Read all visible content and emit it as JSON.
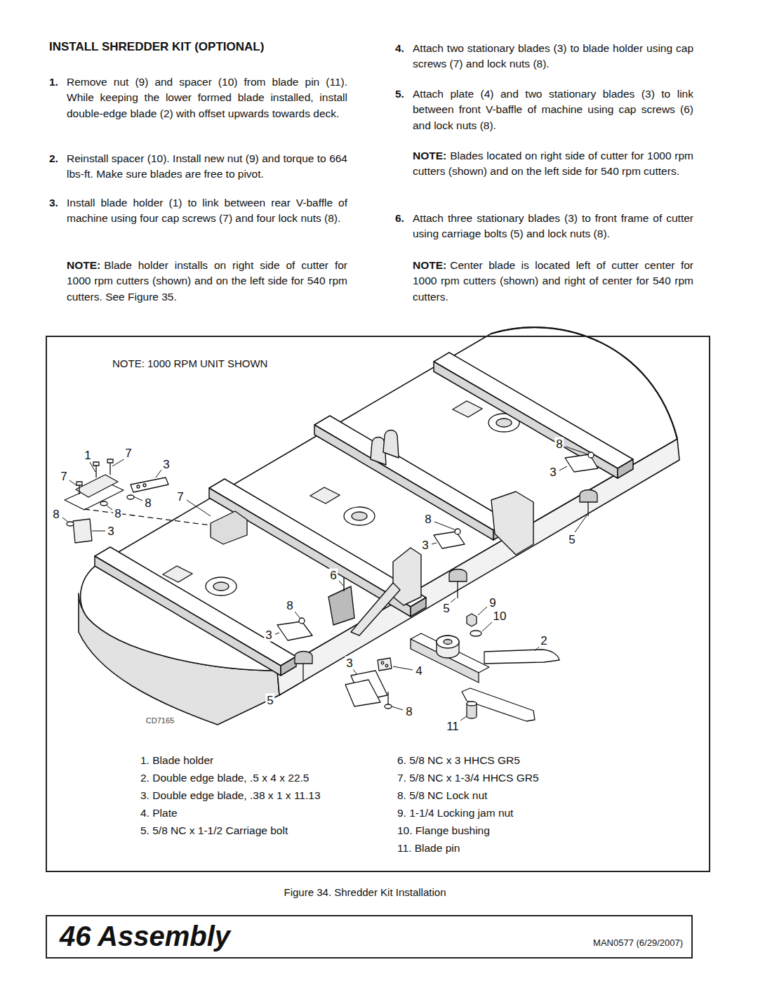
{
  "diagram": {
    "title": "INSTALL SHREDDER KIT (OPTIONAL)",
    "caption": "Figure 34. Shredder Kit Installation",
    "nodes": [
      {
        "text": [
          "NOTE: 1000 RPM UNIT SHOWN"
        ]
      },
      {
        "text": [
          "46 Assembly",
          "MAN0577 (6/29/2007)"
        ]
      }
    ],
    "labels": [
      "1.",
      "Remove nut (9) and spacer (10) from blade pin (11). While keeping the lower formed blade installed, install double-edge blade (2) with offset upwards towards deck.",
      "2.",
      "Reinstall spacer (10). Install new nut (9) and torque to 664 lbs-ft. Make sure blades are free to pivot.",
      "3.",
      "Install blade holder (1) to link between rear V-baffle of machine using four cap screws (7) and four lock nuts (8).",
      "NOTE:",
      "Blade holder installs on right side of cutter for 1000 rpm cutters (shown) and on the left side for 540 rpm cutters. See Figure 35.",
      "4.",
      "Attach two stationary blades (3) to blade holder using cap screws (7) and lock nuts (8).",
      "5.",
      "Attach plate (4) and two stationary blades (3) to link between front V-baffle of machine using cap screws (6) and lock nuts (8).",
      "NOTE:",
      "Blades located on right side of cutter for 1000 rpm cutters (shown) and on the left side for 540 rpm cutters.",
      "6.",
      "Attach three stationary blades (3) to front frame of cutter using carriage bolts (5) and lock nuts (8).",
      "NOTE:",
      "Center blade is located left of cutter center for 1000 rpm cutters (shown) and right of center for 540 rpm cutters.",
      "1",
      "7",
      "3",
      "7",
      "8",
      "8",
      "8",
      "3",
      "7",
      "8",
      "3",
      "8",
      "3",
      "5",
      "6",
      "8",
      "3",
      "5",
      "9",
      "10",
      "2",
      "3",
      "4",
      "5",
      "8",
      "11",
      "CD7165",
      "1. Blade holder",
      "2. Double edge blade, .5 x 4 x 22.5",
      "3. Double edge blade, .38 x 1 x 11.13",
      "4. Plate",
      "5. 5/8 NC x 1-1/2 Carriage bolt",
      "6. 5/8 NC x 3 HHCS GR5",
      "7. 5/8 NC x 1-3/4 HHCS GR5",
      "8. 5/8 NC Lock nut",
      "9. 1-1/4 Locking jam nut",
      "10. Flange bushing",
      "11. Blade pin"
    ]
  }
}
